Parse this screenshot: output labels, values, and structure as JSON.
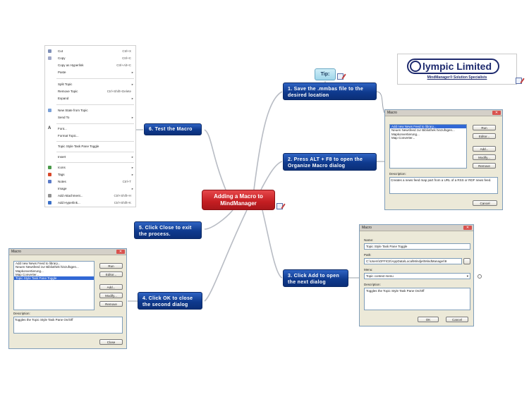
{
  "central": {
    "line1": "Adding a Macro to",
    "line2": "MindManager"
  },
  "tip": "Tip:",
  "topics": [
    {
      "line1": "1. Save the .mmbas file to the",
      "line2": "desired location"
    },
    {
      "line1": "2. Press ALT + F8 to open the",
      "line2": "Organize Macro dialog"
    },
    {
      "line1": "3. Click Add to open",
      "line2": "the next dialog"
    },
    {
      "line1": "4. Click OK to close",
      "line2": "the second dialog"
    },
    {
      "line1": "5. Click Close to exit",
      "line2": "the process."
    },
    {
      "line1": "6. Test the Macro",
      "line2": ""
    }
  ],
  "logo": {
    "title": "lympic Limited",
    "subtitle": "MindManager® Solution Specialists"
  },
  "colors": {
    "central": "#c41e22",
    "topic": "#0f3a8e",
    "tip": "#9fd6ea",
    "selection": "#3168d5"
  },
  "context_menu": {
    "items": [
      {
        "icon": "cut-icon",
        "label": "Cut",
        "key": "Ctrl+X"
      },
      {
        "icon": "copy-icon",
        "label": "Copy",
        "key": "Ctrl+C"
      },
      {
        "icon": "",
        "label": "Copy as Hyperlink",
        "key": "Ctrl+Alt+C"
      },
      {
        "icon": "",
        "label": "Paste",
        "key": "▸"
      },
      {
        "icon": "",
        "label": "Split Topic",
        "key": "▸"
      },
      {
        "icon": "",
        "label": "Remove Topic",
        "key": "Ctrl+Shift+Delete"
      },
      {
        "icon": "",
        "label": "Expand",
        "key": "▸"
      },
      {
        "icon": "map-icon",
        "label": "New State from Topic",
        "key": ""
      },
      {
        "icon": "",
        "label": "Send To",
        "key": "▸"
      },
      {
        "icon": "font-icon",
        "label": "Font...",
        "key": ""
      },
      {
        "icon": "",
        "label": "Format Topic...",
        "key": ""
      },
      {
        "icon": "",
        "label": "Topic Style Task Pane Toggle",
        "key": ""
      },
      {
        "icon": "",
        "label": "Insert",
        "key": "▸"
      },
      {
        "icon": "icons-icon",
        "label": "Icons",
        "key": "▸"
      },
      {
        "icon": "tags-icon",
        "label": "Tags",
        "key": "▸"
      },
      {
        "icon": "notes-icon",
        "label": "Notes",
        "key": "Ctrl+T"
      },
      {
        "icon": "",
        "label": "Image",
        "key": "▸"
      },
      {
        "icon": "attachment-icon",
        "label": "Add Attachment...",
        "key": "Ctrl+Shift+H"
      },
      {
        "icon": "hyperlink-icon",
        "label": "Add Hyperlink...",
        "key": "Ctrl+Shift+K"
      }
    ]
  },
  "macro_dialog_1": {
    "title": "Macro",
    "items": [
      "Add new News Feed to library...",
      "Neuen Newsfeed zur Bibliothek hinzufügen...",
      "Mapkonvertierung...",
      "Map Converter..."
    ],
    "buttons": [
      "Run",
      "Editor...",
      "Add...",
      "Modify...",
      "Remove"
    ],
    "description_label": "Description:",
    "description": "Creates a news feed map part from a URL of a RSS or RDF news feed.",
    "cancel": "Cancel"
  },
  "macro_dialog_2": {
    "title": "Macro",
    "name_label": "Name:",
    "name_value": "Topic Style Task Pane Toggle",
    "path_label": "Path:",
    "path_value": "C:\\Users\\OFFICE\\AppData\\Local\\Mindjet\\MindManager\\9",
    "menu_label": "Menu:",
    "menu_value": "Topic context menu",
    "description_label": "Description:",
    "description": "Toggles the Topic Style Task Pane On/Off",
    "ok": "OK",
    "cancel": "Cancel"
  },
  "macro_dialog_3": {
    "title": "Macro",
    "items": [
      "Add new News Feed to library...",
      "Neuen Newsfeed zur Bibliothek hinzufügen...",
      "Mapkonvertierung...",
      "Map Converter...",
      "Topic Style Task Pane Toggle"
    ],
    "buttons": [
      "Run",
      "Editor...",
      "Add...",
      "Modify...",
      "Remove"
    ],
    "description_label": "Description:",
    "description": "Toggles the Topic Style Task Pane On/Off",
    "close": "Close"
  }
}
